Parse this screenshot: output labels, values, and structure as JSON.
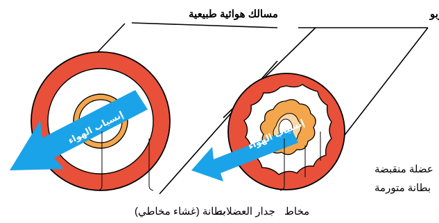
{
  "titles": {
    "normal": "مسالك هوائية طبيعية",
    "asthma": "مسالك هوائية في حالة الربو"
  },
  "airflow_label": "إنسياب الهواء",
  "labels": {
    "lining_mucous": "بطانة (غشاء مخاطي)",
    "muscle_wall": "جدار العضلات",
    "mucus": "مخاط",
    "swollen_lining": "بطانة متورمة",
    "contracted_muscle": "عضلة منقبضة"
  },
  "colors": {
    "muscle": "#e8503a",
    "lining": "#f4a64c",
    "mucus": "#fad7a8",
    "airflow": "#1aa3e8",
    "tube": "#ffffff",
    "outline": "#000000"
  }
}
